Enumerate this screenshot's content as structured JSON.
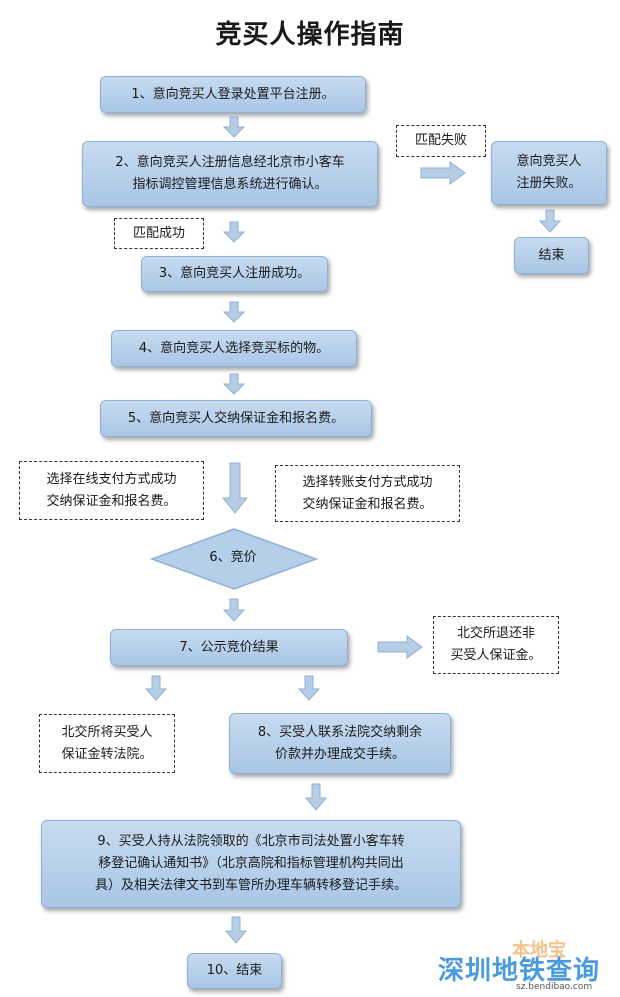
{
  "title": "竞买人操作指南",
  "steps": {
    "s1": "1、意向竞买人登录处置平台注册。",
    "s2": [
      "2、意向竞买人注册信息经北京市小客车",
      "指标调控管理信息系统进行确认。"
    ],
    "s3": "3、意向竞买人注册成功。",
    "s4": "4、意向竞买人选择竞买标的物。",
    "s5": "5、意向竞买人交纳保证金和报名费。",
    "s6": "6、竞价",
    "s7": "7、公示竞价结果",
    "s8": [
      "8、买受人联系法院交纳剩余",
      "价款并办理成交手续。"
    ],
    "s9": [
      "9、买受人持从法院领取的《北京市司法处置小客车转",
      "移登记确认通知书》（北京高院和指标管理机构共同出",
      "具）及相关法律文书到车管所办理车辆转移登记手续。"
    ],
    "s10": "10、结束"
  },
  "side": {
    "fail_box": [
      "意向竞买人",
      "注册失败。"
    ],
    "fail_end": "结束"
  },
  "notes": {
    "match_fail": "匹配失败",
    "match_success": "匹配成功",
    "online_pay": [
      "选择在线支付方式成功",
      "交纳保证金和报名费。"
    ],
    "transfer_pay": [
      "选择转账支付方式成功",
      "交纳保证金和报名费。"
    ],
    "refund": [
      "北交所退还非",
      "买受人保证金。"
    ],
    "to_court": [
      "北交所将买受人",
      "保证金转法院。"
    ]
  },
  "watermark": {
    "brand": "深圳地铁查询",
    "logo": "本地宝",
    "url": "sz.bendibao.com"
  },
  "colors": {
    "box_fill": "#b5cfeb",
    "box_border": "#8fb0d6",
    "arrow_fill": "#b7cde6",
    "watermark": "#4b9be0"
  }
}
